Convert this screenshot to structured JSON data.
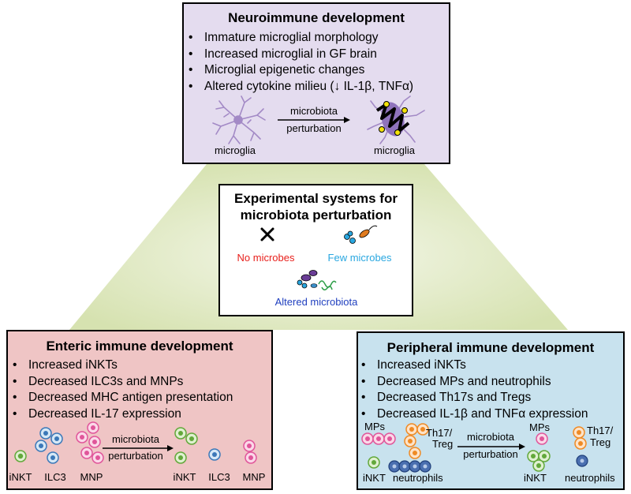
{
  "top": {
    "title": "Neuroimmune development",
    "bullets": [
      "Immature microglial morphology",
      "Increased microglial in GF brain",
      "Microglial epigenetic changes",
      "Altered cytokine milieu (↓ IL-1β, TNFα)"
    ],
    "left_cell_label": "microglia",
    "right_cell_label": "microglia",
    "arrow_top": "microbiota",
    "arrow_bottom": "perturbation"
  },
  "center": {
    "title_line1": "Experimental systems for",
    "title_line2": "microbiota perturbation",
    "no_microbes": "No microbes",
    "few_microbes": "Few microbes",
    "altered": "Altered microbiota",
    "colors": {
      "no": "#e8201c",
      "few": "#29a7e0",
      "altered": "#1f3fbf"
    }
  },
  "left": {
    "title": "Enteric immune development",
    "bullets": [
      "Increased iNKTs",
      "Decreased ILC3s and MNPs",
      "Decreased MHC antigen presentation",
      "Decreased IL-17 expression"
    ],
    "labels_before": [
      "iNKT",
      "ILC3",
      "MNP"
    ],
    "labels_after": [
      "iNKT",
      "ILC3",
      "MNP"
    ],
    "arrow_top": "microbiota",
    "arrow_bottom": "perturbation"
  },
  "right": {
    "title": "Peripheral immune development",
    "bullets": [
      "Increased iNKTs",
      "Decreased MPs and neutrophils",
      "Decreased Th17s and Tregs",
      "Decreased IL-1β and TNFα expression"
    ],
    "mps_before": "MPs",
    "th17_before_1": "Th17/",
    "th17_before_2": "Treg",
    "inkt_before": "iNKT",
    "neutro_before": "neutrophils",
    "mps_after": "MPs",
    "th17_after_1": "Th17/",
    "th17_after_2": "Treg",
    "inkt_after": "iNKT",
    "neutro_after": "neutrophils",
    "arrow_top": "microbiota",
    "arrow_bottom": "perturbation"
  },
  "palette": {
    "top_bg": "#e4dcef",
    "left_bg": "#efc5c5",
    "right_bg": "#c8e2ee",
    "trapezoid": "#dfe8c4"
  }
}
